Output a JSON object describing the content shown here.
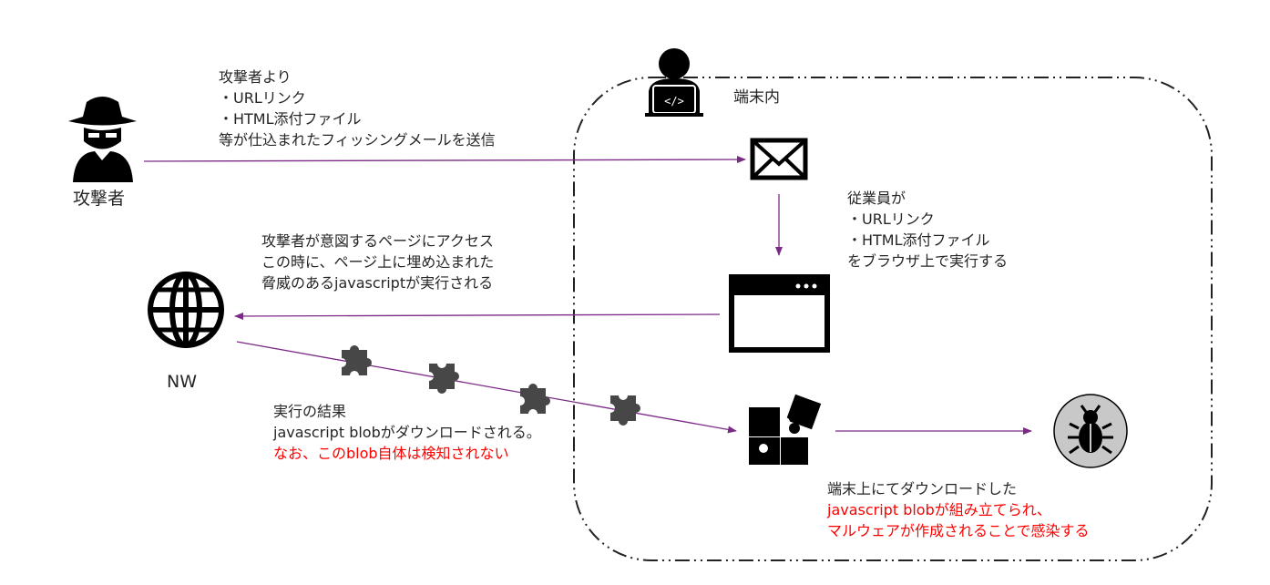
{
  "colors": {
    "arrow": "#7b2a86",
    "text": "#262626",
    "highlight": "#ff0000",
    "piece": "#474747",
    "bug_circle": "#c8c8c8"
  },
  "labels": {
    "attacker": "攻撃者",
    "network": "NW",
    "device": "端末内"
  },
  "notes": {
    "phishing": [
      "攻撃者より",
      "・URLリンク",
      "・HTML添付ファイル",
      "等が仕込まれたフィッシングメールを送信"
    ],
    "employee": [
      "従業員が",
      "・URLリンク",
      "・HTML添付ファイル",
      "をブラウザ上で実行する"
    ],
    "access": [
      "攻撃者が意図するページにアクセス",
      "この時に、ページ上に埋め込まれた",
      "脅威のあるjavascriptが実行される"
    ],
    "download": [
      "実行の結果",
      "javascript blobがダウンロードされる。"
    ],
    "download_red": "なお、このblob自体は検知されない",
    "assemble": "端末上にてダウンロードした",
    "assemble_red": [
      "javascript blobが組み立てられ、",
      "マルウェアが作成されることで感染する"
    ]
  },
  "icons": [
    "attacker-icon",
    "employee-laptop-icon",
    "mail-icon",
    "browser-window-icon",
    "globe-icon",
    "puzzle-piece-icon",
    "assembled-puzzle-icon",
    "bug-icon"
  ]
}
